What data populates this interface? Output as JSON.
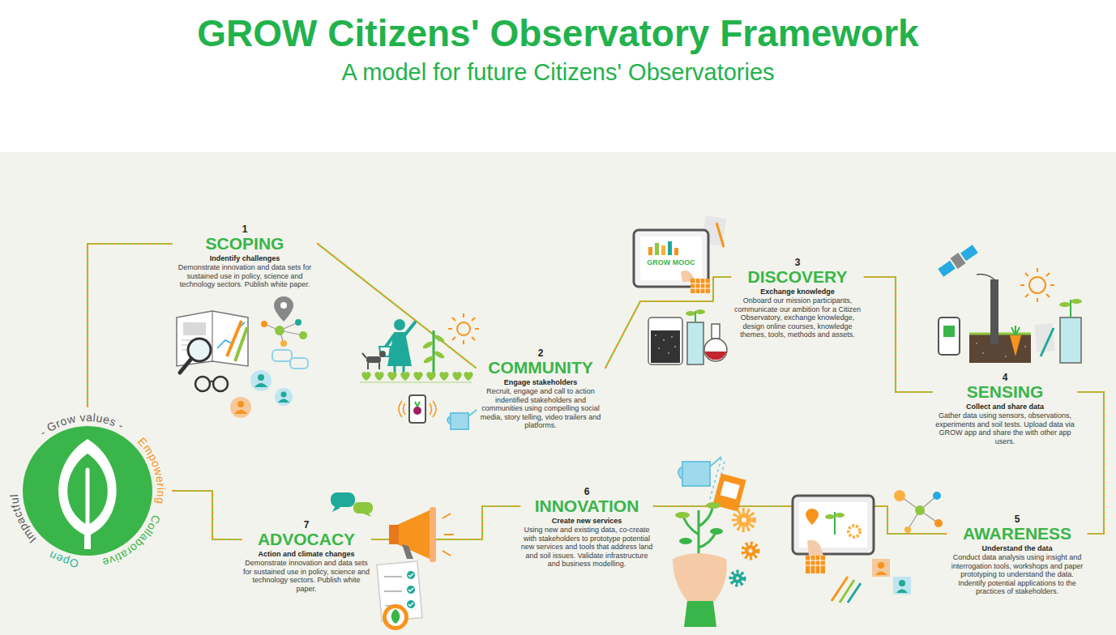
{
  "diagram": {
    "title": "GROW Citizens' Observatory Framework",
    "nodes": [
      {
        "text": [
          "- Grow values -",
          "Empowering",
          "Collaborative",
          "Open",
          "Impactful"
        ]
      },
      {
        "text": [
          "1",
          "SCOPING",
          "Indentify challenges",
          "Demonstrate innovation and data sets for sustained use in policy, science and technology sectors. Publish white paper."
        ]
      },
      {
        "text": [
          "2",
          "COMMUNITY",
          "Engage stakeholders",
          "Recruit, engage and call to action indentified stakeholders and communities using compelling social media, story telling, video trailers and platforms."
        ]
      },
      {
        "text": [
          "3",
          "DISCOVERY",
          "Exchange knowledge",
          "Onboard our mission participants, communicate our ambition for a Citizen Observatory, exchange knowledge, design online courses, knowledge themes, tools, methods and assets."
        ]
      },
      {
        "text": [
          "4",
          "SENSING",
          "Collect and share data",
          "Gather data using sensors, observations, experiments and soil tests. Upload data via GROW app and share the with other app users."
        ]
      },
      {
        "text": [
          "5",
          "AWARENESS",
          "Understand the data",
          "Conduct data analysis using insight and interrogation tools, workshops and paper prototyping to understand the data. Indentify potential applications to the practices of stakeholders."
        ]
      },
      {
        "text": [
          "6",
          "INNOVATION",
          "Create new services",
          "Using new and existing data, co-create with stakeholders to prototype potential new services and tools that address land and soil issues. Validate infrastructure and business modelling."
        ]
      },
      {
        "text": [
          "7",
          "ADVOCACY",
          "Action and climate changes",
          "Demonstrate innovation and data sets for sustained use in policy, science and technology sectors. Publish white paper."
        ]
      }
    ],
    "edges": [
      {
        "from": 0,
        "to": 1,
        "arrow": "none"
      },
      {
        "from": 1,
        "to": 2,
        "arrow": "none"
      },
      {
        "from": 2,
        "to": 3,
        "arrow": "none"
      },
      {
        "from": 3,
        "to": 4,
        "arrow": "none"
      },
      {
        "from": 4,
        "to": 5,
        "arrow": "none"
      },
      {
        "from": 5,
        "to": 6,
        "arrow": "none"
      },
      {
        "from": 6,
        "to": 7,
        "arrow": "none"
      },
      {
        "from": 7,
        "to": 0,
        "arrow": "none"
      }
    ],
    "labels": [
      "A model for future Citizens' Observatories",
      "GROW MOOC"
    ]
  }
}
